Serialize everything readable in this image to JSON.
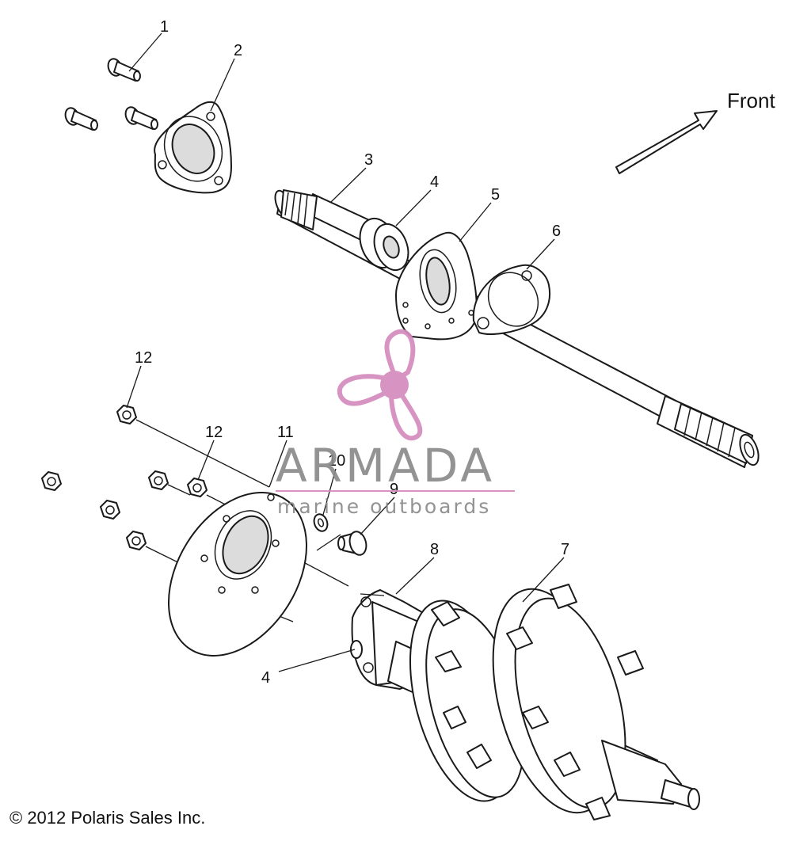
{
  "direction_label": "Front",
  "callouts": {
    "c1": "1",
    "c2": "2",
    "c3": "3",
    "c4a": "4",
    "c4b": "4",
    "c5": "5",
    "c6": "6",
    "c7": "7",
    "c8": "8",
    "c9": "9",
    "c10": "10",
    "c11": "11",
    "c12a": "12",
    "c12b": "12"
  },
  "watermark": {
    "brand": "ARMADA",
    "tagline": "marine outboards",
    "color": "#d48bbd",
    "text_color": "#8a8a8a"
  },
  "copyright": "© 2012 Polaris Sales Inc."
}
